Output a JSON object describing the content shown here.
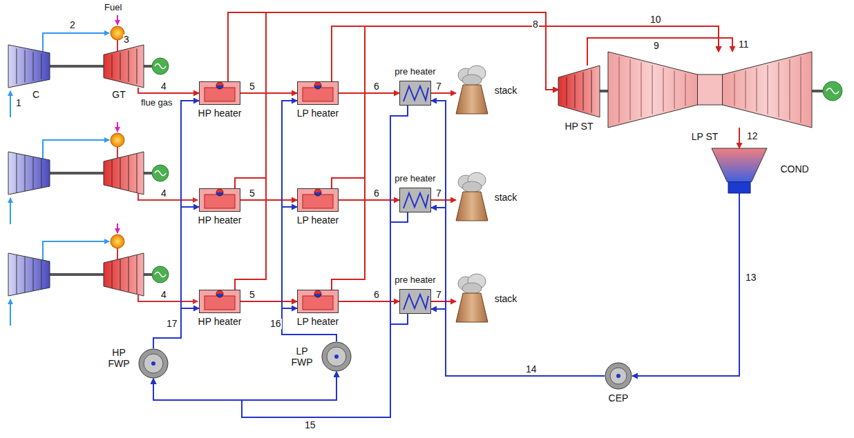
{
  "diagram": {
    "nodes": [
      {
        "text": [
          "C"
        ]
      },
      {
        "text": [
          "GT"
        ]
      },
      {
        "text": [
          "HP heater"
        ]
      },
      {
        "text": [
          "LP heater"
        ]
      },
      {
        "text": [
          "pre heater"
        ]
      },
      {
        "text": [
          "stack"
        ]
      },
      {
        "text": [
          "HP heater"
        ]
      },
      {
        "text": [
          "LP heater"
        ]
      },
      {
        "text": [
          "pre heater"
        ]
      },
      {
        "text": [
          "stack"
        ]
      },
      {
        "text": [
          "HP heater"
        ]
      },
      {
        "text": [
          "LP heater"
        ]
      },
      {
        "text": [
          "pre heater"
        ]
      },
      {
        "text": [
          "stack"
        ]
      },
      {
        "text": [
          "HP ST"
        ]
      },
      {
        "text": [
          "LP ST"
        ]
      },
      {
        "text": [
          "COND"
        ]
      },
      {
        "text": [
          "CEP"
        ]
      },
      {
        "text": [
          "HP FWP"
        ]
      },
      {
        "text": [
          "LP FWP"
        ]
      }
    ],
    "edges": [
      {
        "from": 1,
        "to": 2,
        "arrow": "to",
        "label": "4"
      },
      {
        "from": 2,
        "to": 3,
        "arrow": "to",
        "label": "5"
      },
      {
        "from": 3,
        "to": 4,
        "arrow": "to",
        "label": "6"
      },
      {
        "from": 4,
        "to": 5,
        "arrow": "to",
        "label": "7"
      },
      {
        "from": 6,
        "to": 7,
        "arrow": "to",
        "label": "5"
      },
      {
        "from": 7,
        "to": 8,
        "arrow": "to",
        "label": "6"
      },
      {
        "from": 8,
        "to": 9,
        "arrow": "to",
        "label": "7"
      },
      {
        "from": 10,
        "to": 11,
        "arrow": "to",
        "label": "5"
      },
      {
        "from": 11,
        "to": 12,
        "arrow": "to",
        "label": "6"
      },
      {
        "from": 12,
        "to": 13,
        "arrow": "to",
        "label": "7"
      },
      {
        "from": 2,
        "to": 14,
        "arrow": "to",
        "label": "8"
      },
      {
        "from": 6,
        "to": 14,
        "arrow": "to"
      },
      {
        "from": 10,
        "to": 14,
        "arrow": "to"
      },
      {
        "from": 3,
        "to": 15,
        "arrow": "to",
        "label": "10"
      },
      {
        "from": 7,
        "to": 15,
        "arrow": "to"
      },
      {
        "from": 11,
        "to": 15,
        "arrow": "to"
      },
      {
        "from": 14,
        "to": 15,
        "arrow": "to",
        "label": "9"
      },
      {
        "from": 15,
        "to": 16,
        "arrow": "to",
        "label": "12"
      },
      {
        "from": 16,
        "to": 17,
        "arrow": "to",
        "label": "13"
      },
      {
        "from": 17,
        "to": 4,
        "arrow": "to",
        "label": "14"
      },
      {
        "from": 17,
        "to": 8,
        "arrow": "to"
      },
      {
        "from": 17,
        "to": 12,
        "arrow": "to"
      },
      {
        "from": 4,
        "to": 18,
        "arrow": "to",
        "label": "15"
      },
      {
        "from": 4,
        "to": 19,
        "arrow": "to"
      },
      {
        "from": 8,
        "to": 18,
        "arrow": "to"
      },
      {
        "from": 8,
        "to": 19,
        "arrow": "to"
      },
      {
        "from": 12,
        "to": 18,
        "arrow": "to"
      },
      {
        "from": 12,
        "to": 19,
        "arrow": "to"
      },
      {
        "from": 18,
        "to": 2,
        "arrow": "to",
        "label": "17"
      },
      {
        "from": 18,
        "to": 6,
        "arrow": "to"
      },
      {
        "from": 18,
        "to": 10,
        "arrow": "to"
      },
      {
        "from": 19,
        "to": 3,
        "arrow": "to",
        "label": "16"
      },
      {
        "from": 19,
        "to": 7,
        "arrow": "to"
      },
      {
        "from": 19,
        "to": 11,
        "arrow": "to"
      }
    ],
    "labels": [
      "Fuel",
      "1",
      "2",
      "3",
      "flue gas",
      "4",
      "4",
      "11"
    ]
  }
}
